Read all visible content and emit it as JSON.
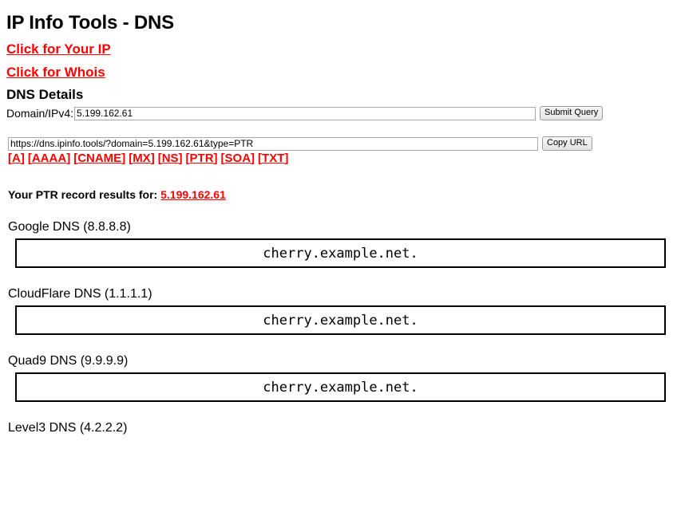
{
  "header": {
    "title": "IP Info Tools - DNS",
    "links": [
      {
        "label": "Click for Your IP",
        "name": "click-for-your-ip-link"
      },
      {
        "label": "Click for Whois",
        "name": "click-for-whois-link"
      }
    ]
  },
  "form": {
    "heading": "DNS Details",
    "domain_label": "Domain/IPv4:",
    "domain_value": "5.199.162.61",
    "submit_label": "Submit Query",
    "url_value": "https://dns.ipinfo.tools/?domain=5.199.162.61&type=PTR",
    "copy_label": "Copy URL"
  },
  "record_types": [
    {
      "label": "A"
    },
    {
      "label": "AAAA"
    },
    {
      "label": "CNAME"
    },
    {
      "label": "MX"
    },
    {
      "label": "NS"
    },
    {
      "label": "PTR"
    },
    {
      "label": "SOA"
    },
    {
      "label": "TXT"
    }
  ],
  "results": {
    "heading_prefix": "Your PTR record results for:",
    "heading_query": "5.199.162.61",
    "record_type": "PTR",
    "providers": [
      {
        "label": "Google DNS (8.8.8.8)",
        "name": "google-dns",
        "value": "cherry.example.net."
      },
      {
        "label": "CloudFlare DNS (1.1.1.1)",
        "name": "cloudflare-dns",
        "value": "cherry.example.net."
      },
      {
        "label": "Quad9 DNS (9.9.9.9)",
        "name": "quad9-dns",
        "value": "cherry.example.net."
      },
      {
        "label": "Level3 DNS (4.2.2.2)",
        "name": "level3-dns",
        "value": ""
      }
    ]
  },
  "colors": {
    "link_red": "#ff0000",
    "text_black": "#000000",
    "background": "#ffffff",
    "box_border": "#000000"
  }
}
